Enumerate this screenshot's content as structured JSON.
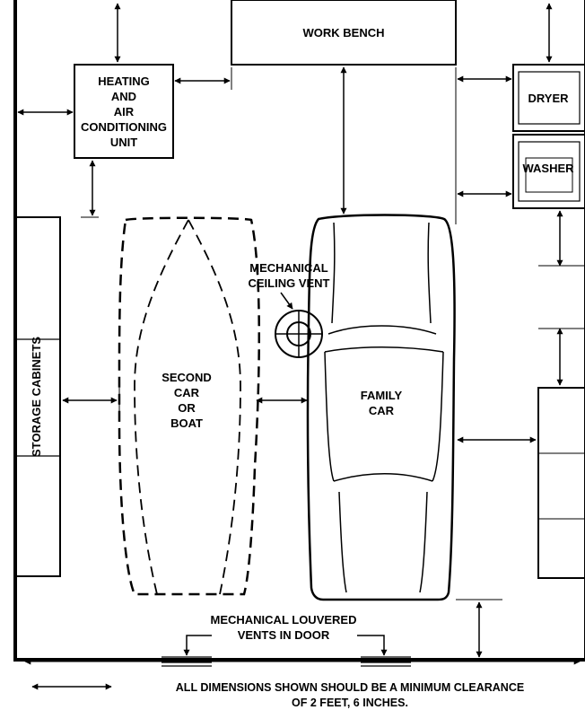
{
  "labels": {
    "work_bench": "WORK BENCH",
    "heating_lines": [
      "HEATING",
      "AND",
      "AIR",
      "CONDITIONING",
      "UNIT"
    ],
    "dryer": "DRYER",
    "washer": "WASHER",
    "mechanical_ceiling_vent_lines": [
      "MECHANICAL",
      "CEILING VENT"
    ],
    "storage_cabinets": "STORAGE  CABINETS",
    "second_car_lines": [
      "SECOND",
      "CAR",
      "OR",
      "BOAT"
    ],
    "family_car_lines": [
      "FAMILY",
      "CAR"
    ],
    "louvered_vents_lines": [
      "MECHANICAL  LOUVERED",
      "VENTS IN DOOR"
    ],
    "legend_lines": [
      "ALL DIMENSIONS SHOWN SHOULD BE A MINIMUM CLEARANCE",
      "OF 2 FEET, 6 INCHES."
    ]
  },
  "colors": {
    "ink": "#000000",
    "paper": "#ffffff"
  }
}
